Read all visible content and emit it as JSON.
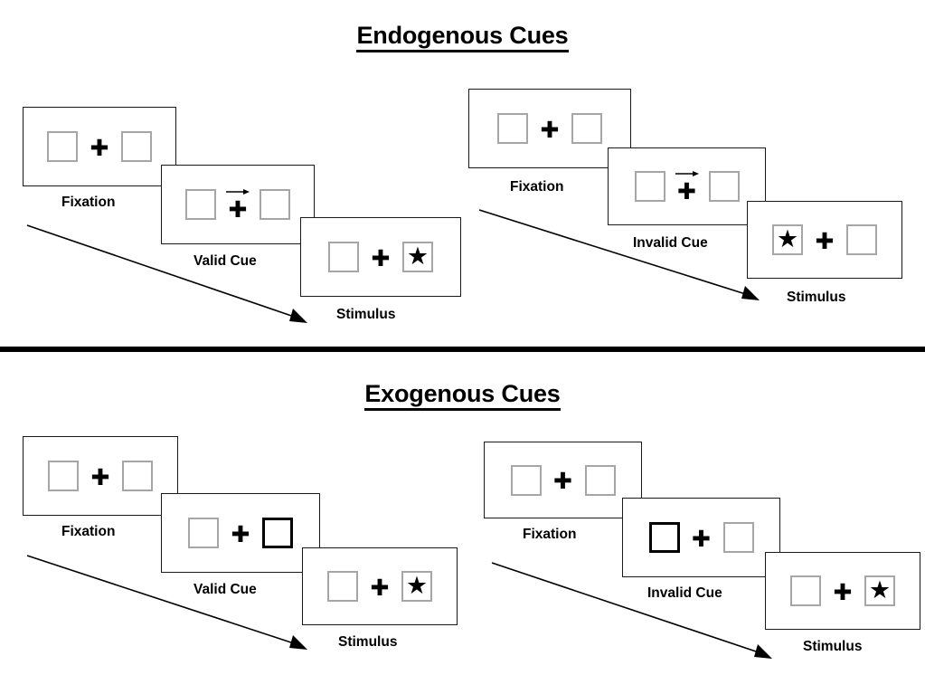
{
  "figure": {
    "sections": [
      {
        "id": "endogenous",
        "title": "Endogenous Cues",
        "sequences": [
          {
            "id": "endogenous-valid",
            "frames": [
              {
                "label": "Fixation",
                "cue_type": "none",
                "cue_side": "none",
                "target_side": "none",
                "left_box": "empty",
                "right_box": "empty"
              },
              {
                "label": "Valid Cue",
                "cue_type": "arrow",
                "cue_side": "right",
                "target_side": "none",
                "left_box": "empty",
                "right_box": "empty"
              },
              {
                "label": "Stimulus",
                "cue_type": "none",
                "cue_side": "none",
                "target_side": "right",
                "left_box": "empty",
                "right_box": "star"
              }
            ]
          },
          {
            "id": "endogenous-invalid",
            "frames": [
              {
                "label": "Fixation",
                "cue_type": "none",
                "cue_side": "none",
                "target_side": "none",
                "left_box": "empty",
                "right_box": "empty"
              },
              {
                "label": "Invalid Cue",
                "cue_type": "arrow",
                "cue_side": "right",
                "target_side": "none",
                "left_box": "empty",
                "right_box": "empty"
              },
              {
                "label": "Stimulus",
                "cue_type": "none",
                "cue_side": "none",
                "target_side": "left",
                "left_box": "star",
                "right_box": "empty"
              }
            ]
          }
        ]
      },
      {
        "id": "exogenous",
        "title": "Exogenous Cues",
        "sequences": [
          {
            "id": "exogenous-valid",
            "frames": [
              {
                "label": "Fixation",
                "cue_type": "none",
                "cue_side": "none",
                "target_side": "none",
                "left_box": "empty",
                "right_box": "empty"
              },
              {
                "label": "Valid Cue",
                "cue_type": "box-highlight",
                "cue_side": "right",
                "target_side": "none",
                "left_box": "empty",
                "right_box": "cued"
              },
              {
                "label": "Stimulus",
                "cue_type": "none",
                "cue_side": "none",
                "target_side": "right",
                "left_box": "empty",
                "right_box": "star"
              }
            ]
          },
          {
            "id": "exogenous-invalid",
            "frames": [
              {
                "label": "Fixation",
                "cue_type": "none",
                "cue_side": "none",
                "target_side": "none",
                "left_box": "empty",
                "right_box": "empty"
              },
              {
                "label": "Invalid Cue",
                "cue_type": "box-highlight",
                "cue_side": "left",
                "target_side": "none",
                "left_box": "cued",
                "right_box": "empty"
              },
              {
                "label": "Stimulus",
                "cue_type": "none",
                "cue_side": "none",
                "target_side": "right",
                "left_box": "empty",
                "right_box": "star"
              }
            ]
          }
        ]
      }
    ],
    "glyphs": {
      "star": "★",
      "plus": "✚"
    },
    "colors": {
      "ink": "#000000",
      "frame_border": "#1a1a1a",
      "box_border": "#a6a6a6",
      "cued_box_border": "#000000",
      "background": "#ffffff"
    }
  }
}
